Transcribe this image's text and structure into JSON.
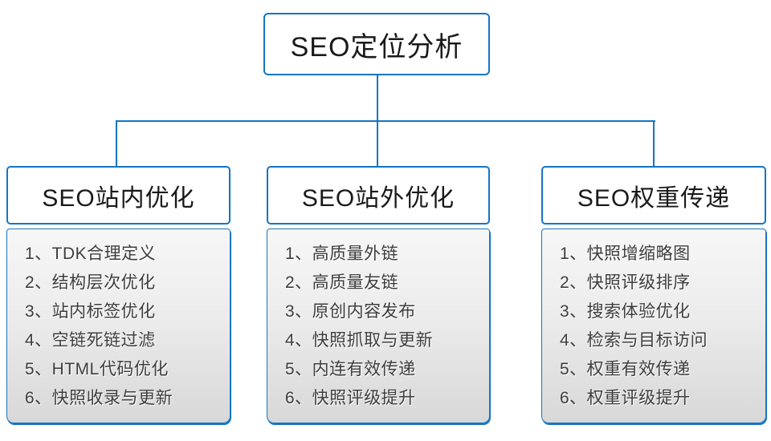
{
  "colors": {
    "accent": "#1475c4"
  },
  "diagram": {
    "root": {
      "label": "SEO定位分析"
    },
    "branches": [
      {
        "title": "SEO站内优化",
        "items": [
          "1、TDK合理定义",
          "2、结构层次优化",
          "3、站内标签优化",
          "4、空链死链过滤",
          "5、HTML代码优化",
          "6、快照收录与更新"
        ]
      },
      {
        "title": "SEO站外优化",
        "items": [
          "1、高质量外链",
          "2、高质量友链",
          "3、原创内容发布",
          "4、快照抓取与更新",
          "5、内连有效传递",
          "6、快照评级提升"
        ]
      },
      {
        "title": "SEO权重传递",
        "items": [
          "1、快照增缩略图",
          "2、快照评级排序",
          "3、搜索体验优化",
          "4、检索与目标访问",
          "5、权重有效传递",
          "6、权重评级提升"
        ]
      }
    ]
  }
}
